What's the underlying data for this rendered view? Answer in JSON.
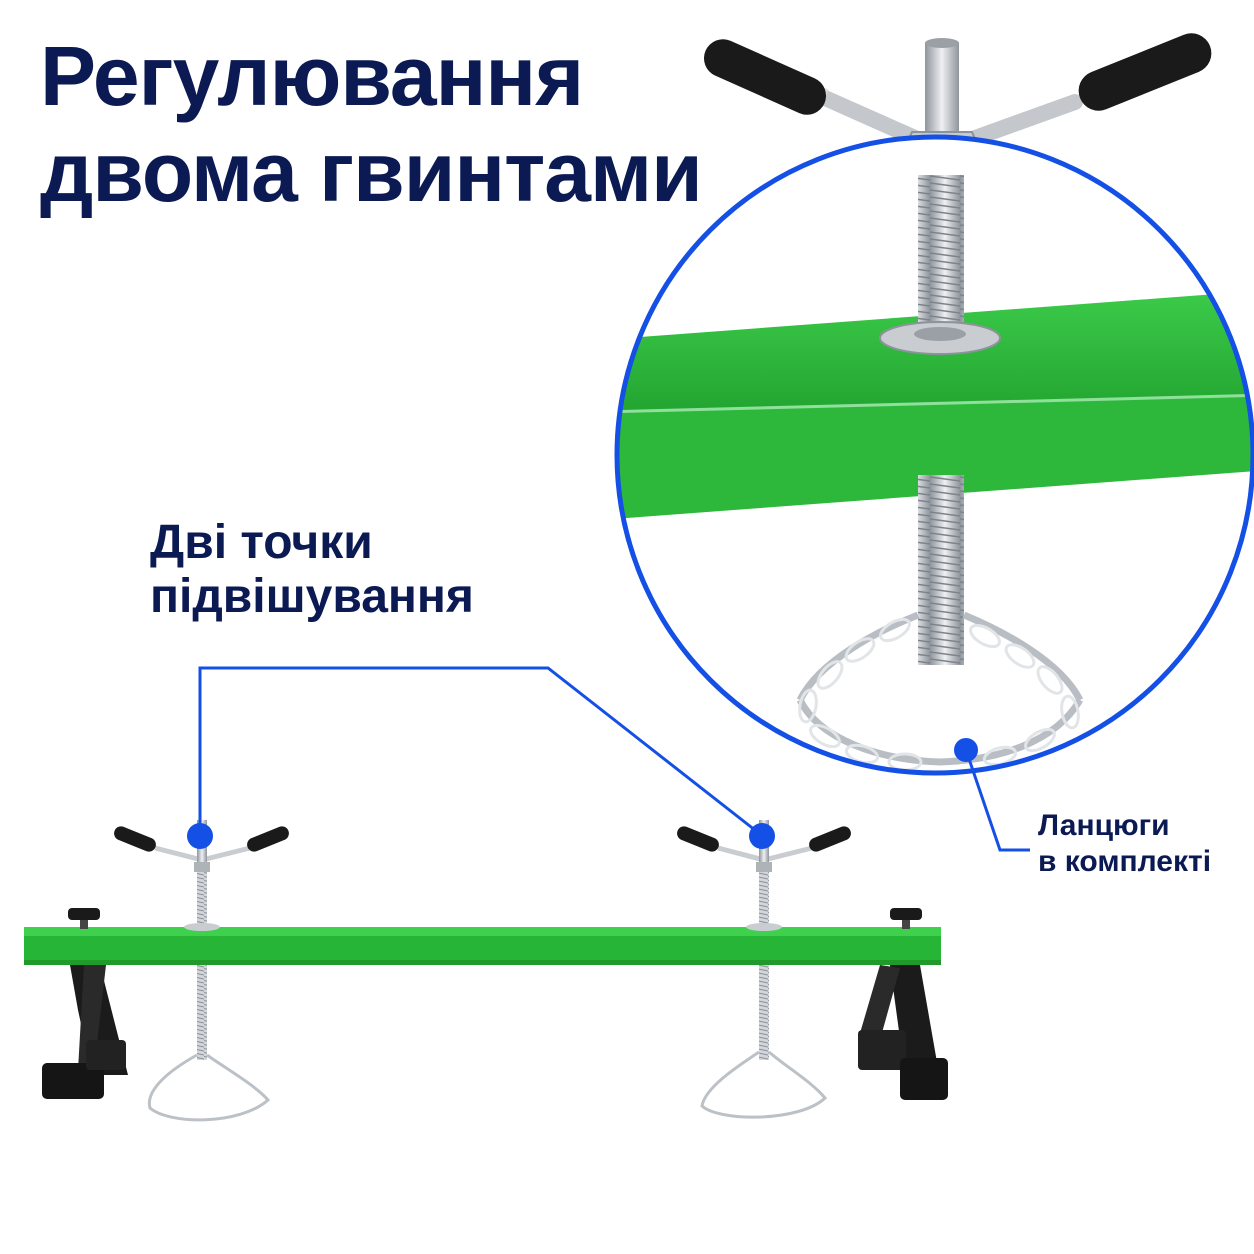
{
  "headline": {
    "line1": "Регулювання",
    "line2": "двома гвинтами"
  },
  "callout_points": {
    "line1": "Дві точки",
    "line2": "підвішування"
  },
  "callout_chains": {
    "line1": "Ланцюги",
    "line2": "в комплекті"
  },
  "colors": {
    "heading": "#0b1a52",
    "accent": "#1450e6",
    "beam": "#27b537",
    "metal": "#c9cdd2",
    "handle": "#1a1a1a"
  }
}
